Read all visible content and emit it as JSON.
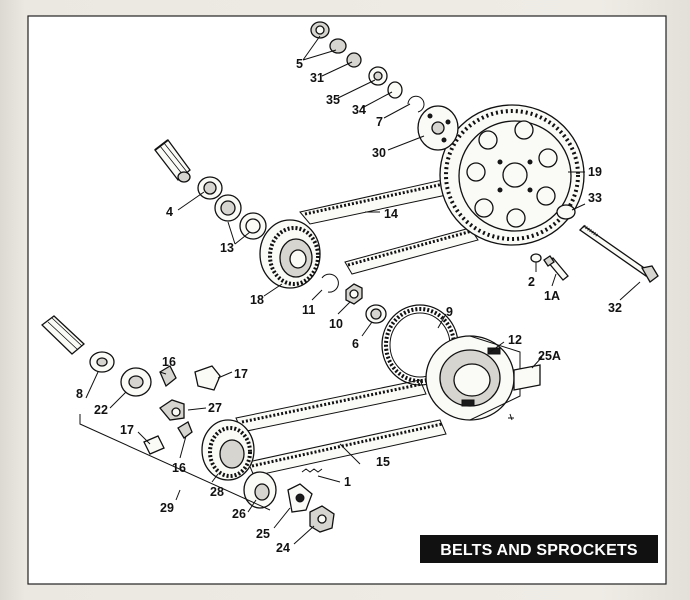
{
  "title": "BELTS AND SPROCKETS",
  "callouts": {
    "c5": "5",
    "c31": "31",
    "c35": "35",
    "c34": "34",
    "c7": "7",
    "c30": "30",
    "c19": "19",
    "c33": "33",
    "c4": "4",
    "c14": "14",
    "c13": "13",
    "c18": "18",
    "c11": "11",
    "c10": "10",
    "c6": "6",
    "c9": "9",
    "c12": "12",
    "c25A": "25A",
    "c2": "2",
    "c1A": "1A",
    "c32": "32",
    "c8": "8",
    "c16a": "16",
    "c17a": "17",
    "c22": "22",
    "c27": "27",
    "c17b": "17",
    "c16b": "16",
    "c15": "15",
    "c28": "28",
    "c1": "1",
    "c29": "29",
    "c26": "26",
    "c25": "25",
    "c24": "24"
  }
}
